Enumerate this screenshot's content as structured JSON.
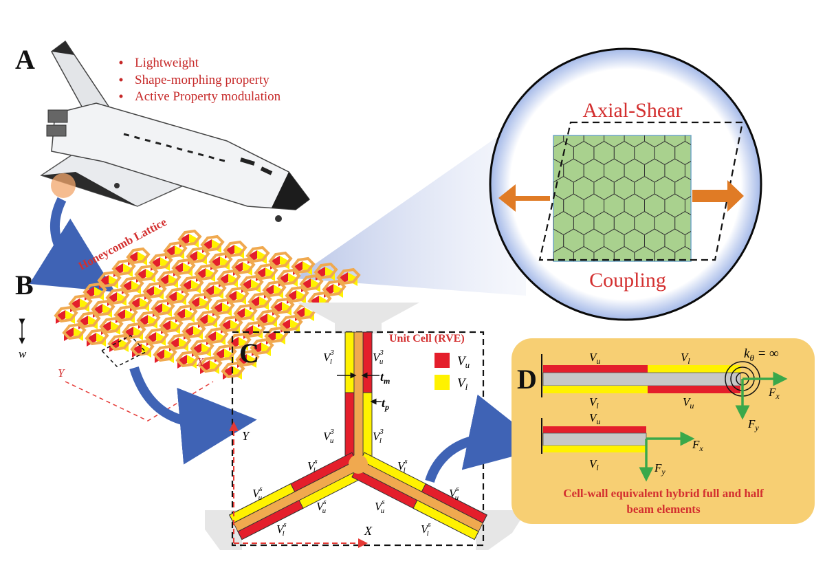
{
  "panels": {
    "a": "A",
    "b": "B",
    "c": "C",
    "d": "D"
  },
  "features": [
    "Lightweight",
    "Shape-morphing property",
    "Active Property modulation"
  ],
  "lattice_label": "Honeycomb Lattice",
  "lattice_axes": {
    "w": "w",
    "y": "Y",
    "x": "X"
  },
  "coupling": {
    "top": "Axial-Shear",
    "bottom": "Coupling"
  },
  "unit_cell": {
    "title": "Unit Cell (RVE)",
    "legend": {
      "upper": {
        "sym": "V",
        "sub": "u"
      },
      "lower": {
        "sym": "V",
        "sub": "l"
      }
    },
    "thickness": {
      "tm": "m",
      "tp": "p"
    },
    "labels": {
      "vl3_top": {
        "sub": "l",
        "sup": "3"
      },
      "vu3_top": {
        "sub": "u",
        "sup": "3"
      },
      "vu3_mid": {
        "sub": "u",
        "sup": "3"
      },
      "vl3_mid": {
        "sub": "l",
        "sup": "3"
      },
      "vls_left": {
        "sub": "l",
        "sup": "s"
      },
      "vls_right": {
        "sub": "l",
        "sup": "s"
      },
      "vus_left": {
        "sub": "u",
        "sup": "s"
      },
      "vus_left2": {
        "sub": "u",
        "sup": "s"
      },
      "vus_right": {
        "sub": "u",
        "sup": "s"
      },
      "vus_right2": {
        "sub": "u",
        "sup": "s"
      },
      "vls_bl": {
        "sub": "l",
        "sup": "s"
      },
      "vls_br": {
        "sub": "l",
        "sup": "s"
      }
    },
    "axes": {
      "x": "X",
      "y": "Y"
    }
  },
  "beam_panel": {
    "k_theta": {
      "sub": "θ",
      "rest": " = ∞"
    },
    "full_labels": {
      "top_left": "u",
      "top_right": "l",
      "bottom_left": "l",
      "bottom_right": "u"
    },
    "half_labels": {
      "top": "u",
      "bottom": "l"
    },
    "forces": {
      "fx": "x",
      "fy": "y"
    },
    "caption_line1": "Cell-wall equivalent hybrid full and half",
    "caption_line2": "beam elements"
  },
  "colors": {
    "red": "#e41e2b",
    "yellow": "#fff200",
    "orange": "#f0a94f",
    "green_arrow": "#3aa84a",
    "beam_panel_bg": "#f7cf73",
    "hex_fill": "#a9d18e",
    "blue_arrow": "#3f63b5",
    "title_red": "#d32f2f"
  }
}
